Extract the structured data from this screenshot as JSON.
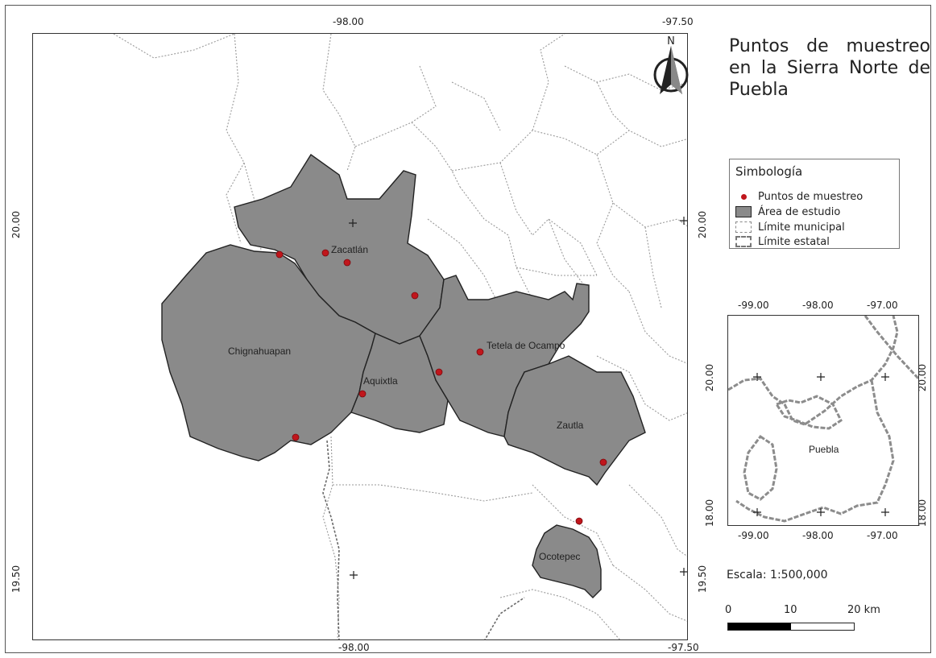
{
  "title": "Puntos de muestreo en la Sierra Norte de Puebla",
  "main_map": {
    "top_coords": [
      "-98.00",
      "-97.50"
    ],
    "bottom_coords": [
      "-98.00",
      "-97.50"
    ],
    "left_coords": [
      "20.00",
      "19.50"
    ],
    "right_coords": [
      "20.00",
      "19.50"
    ],
    "municipalities": [
      "Zacatlán",
      "Chignahuapan",
      "Aquixtla",
      "Tetela de Ocampo",
      "Zautla",
      "Ocotepec"
    ],
    "north_label": "N"
  },
  "legend": {
    "title": "Simbología",
    "items": [
      "Puntos de muestreo",
      "Área de estudio",
      "Límite municipal",
      "Límite estatal"
    ]
  },
  "colors": {
    "study_area": "#8a8a8a",
    "sample_point": "#c0161c",
    "state_boundary": "#8c8c8c"
  },
  "inset": {
    "top_coords": [
      "-99.00",
      "-98.00",
      "-97.00"
    ],
    "bottom_coords": [
      "-99.00",
      "-98.00",
      "-97.00"
    ],
    "left_coords": [
      "20.00",
      "18.00"
    ],
    "right_coords": [
      "20.00",
      "18.00"
    ],
    "label": "Puebla"
  },
  "scale": {
    "text": "Escala: 1:500,000",
    "labels": [
      "0",
      "10",
      "20 km"
    ]
  }
}
